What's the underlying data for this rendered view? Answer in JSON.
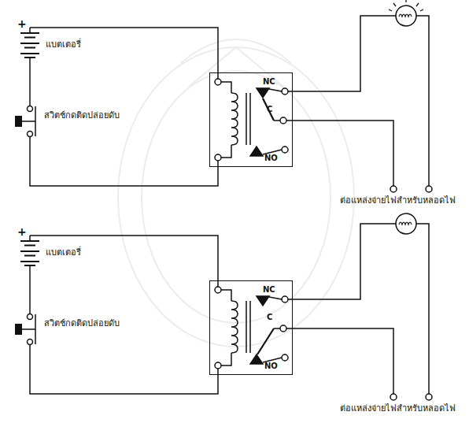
{
  "diagram": {
    "nodes": [
      {
        "text": [
          "NC",
          "C",
          "NO"
        ]
      },
      {
        "text": [
          "NC",
          "C",
          "NO"
        ]
      }
    ],
    "labels": [
      "+",
      "แบตเตอรี่",
      "สวิตช์กดติดปล่อยดับ",
      "ต่อแหล่งจ่ายไฟสำหรับหลอดไฟ",
      "+",
      "แบตเตอรี่",
      "สวิตช์กดติดปล่อยดับ",
      "ต่อแหล่งจ่ายไฟสำหรับหลอดไฟ"
    ]
  }
}
